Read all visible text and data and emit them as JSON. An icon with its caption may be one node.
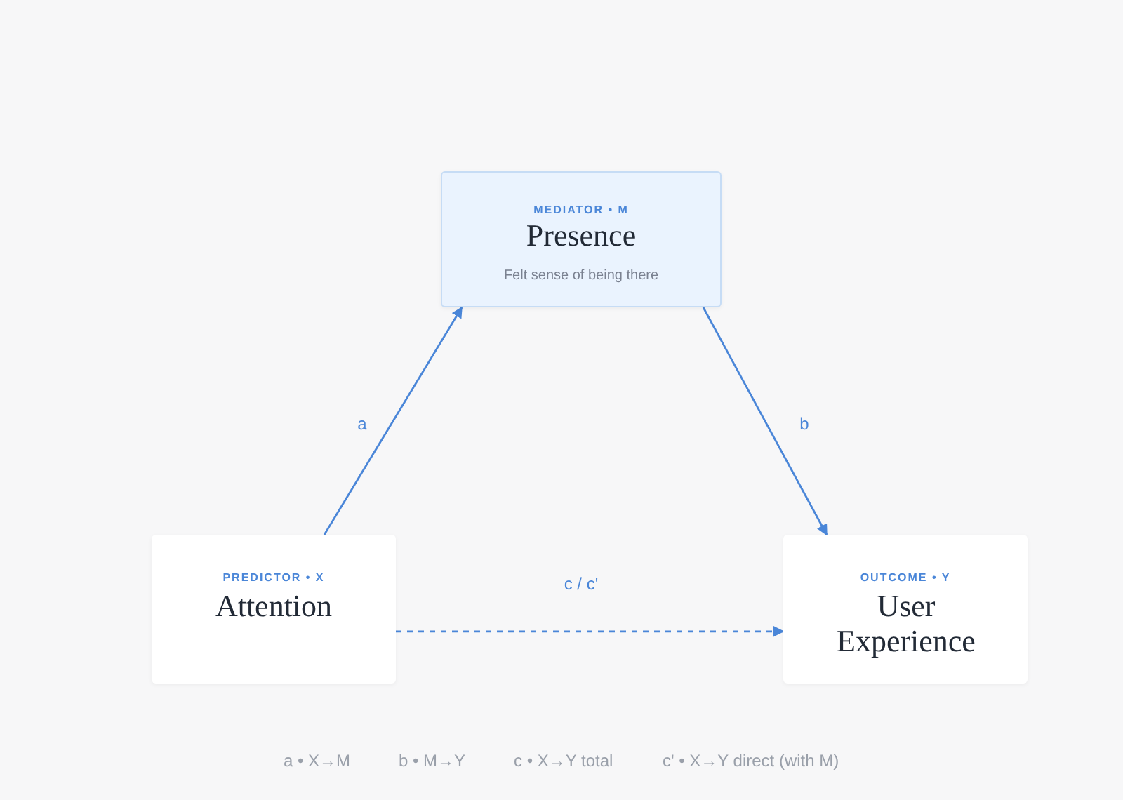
{
  "diagram": {
    "nodes": [
      {
        "text": [
          "MEDIATOR • M",
          "Presence",
          "Felt sense of being there"
        ]
      },
      {
        "text": [
          "PREDICTOR • X",
          "Attention"
        ]
      },
      {
        "text": [
          "OUTCOME • Y",
          "User Experience"
        ]
      }
    ],
    "edges": [
      {
        "from": 1,
        "to": 0,
        "arrow": "to",
        "label": "a"
      },
      {
        "from": 0,
        "to": 2,
        "arrow": "to",
        "label": "b"
      },
      {
        "from": 1,
        "to": 2,
        "arrow": "to",
        "label": "c / c'",
        "style": "dashed"
      }
    ],
    "labels": [
      "a • X→M",
      "b • M→Y",
      "c • X→Y total",
      "c' • X→Y direct (with M)"
    ]
  }
}
